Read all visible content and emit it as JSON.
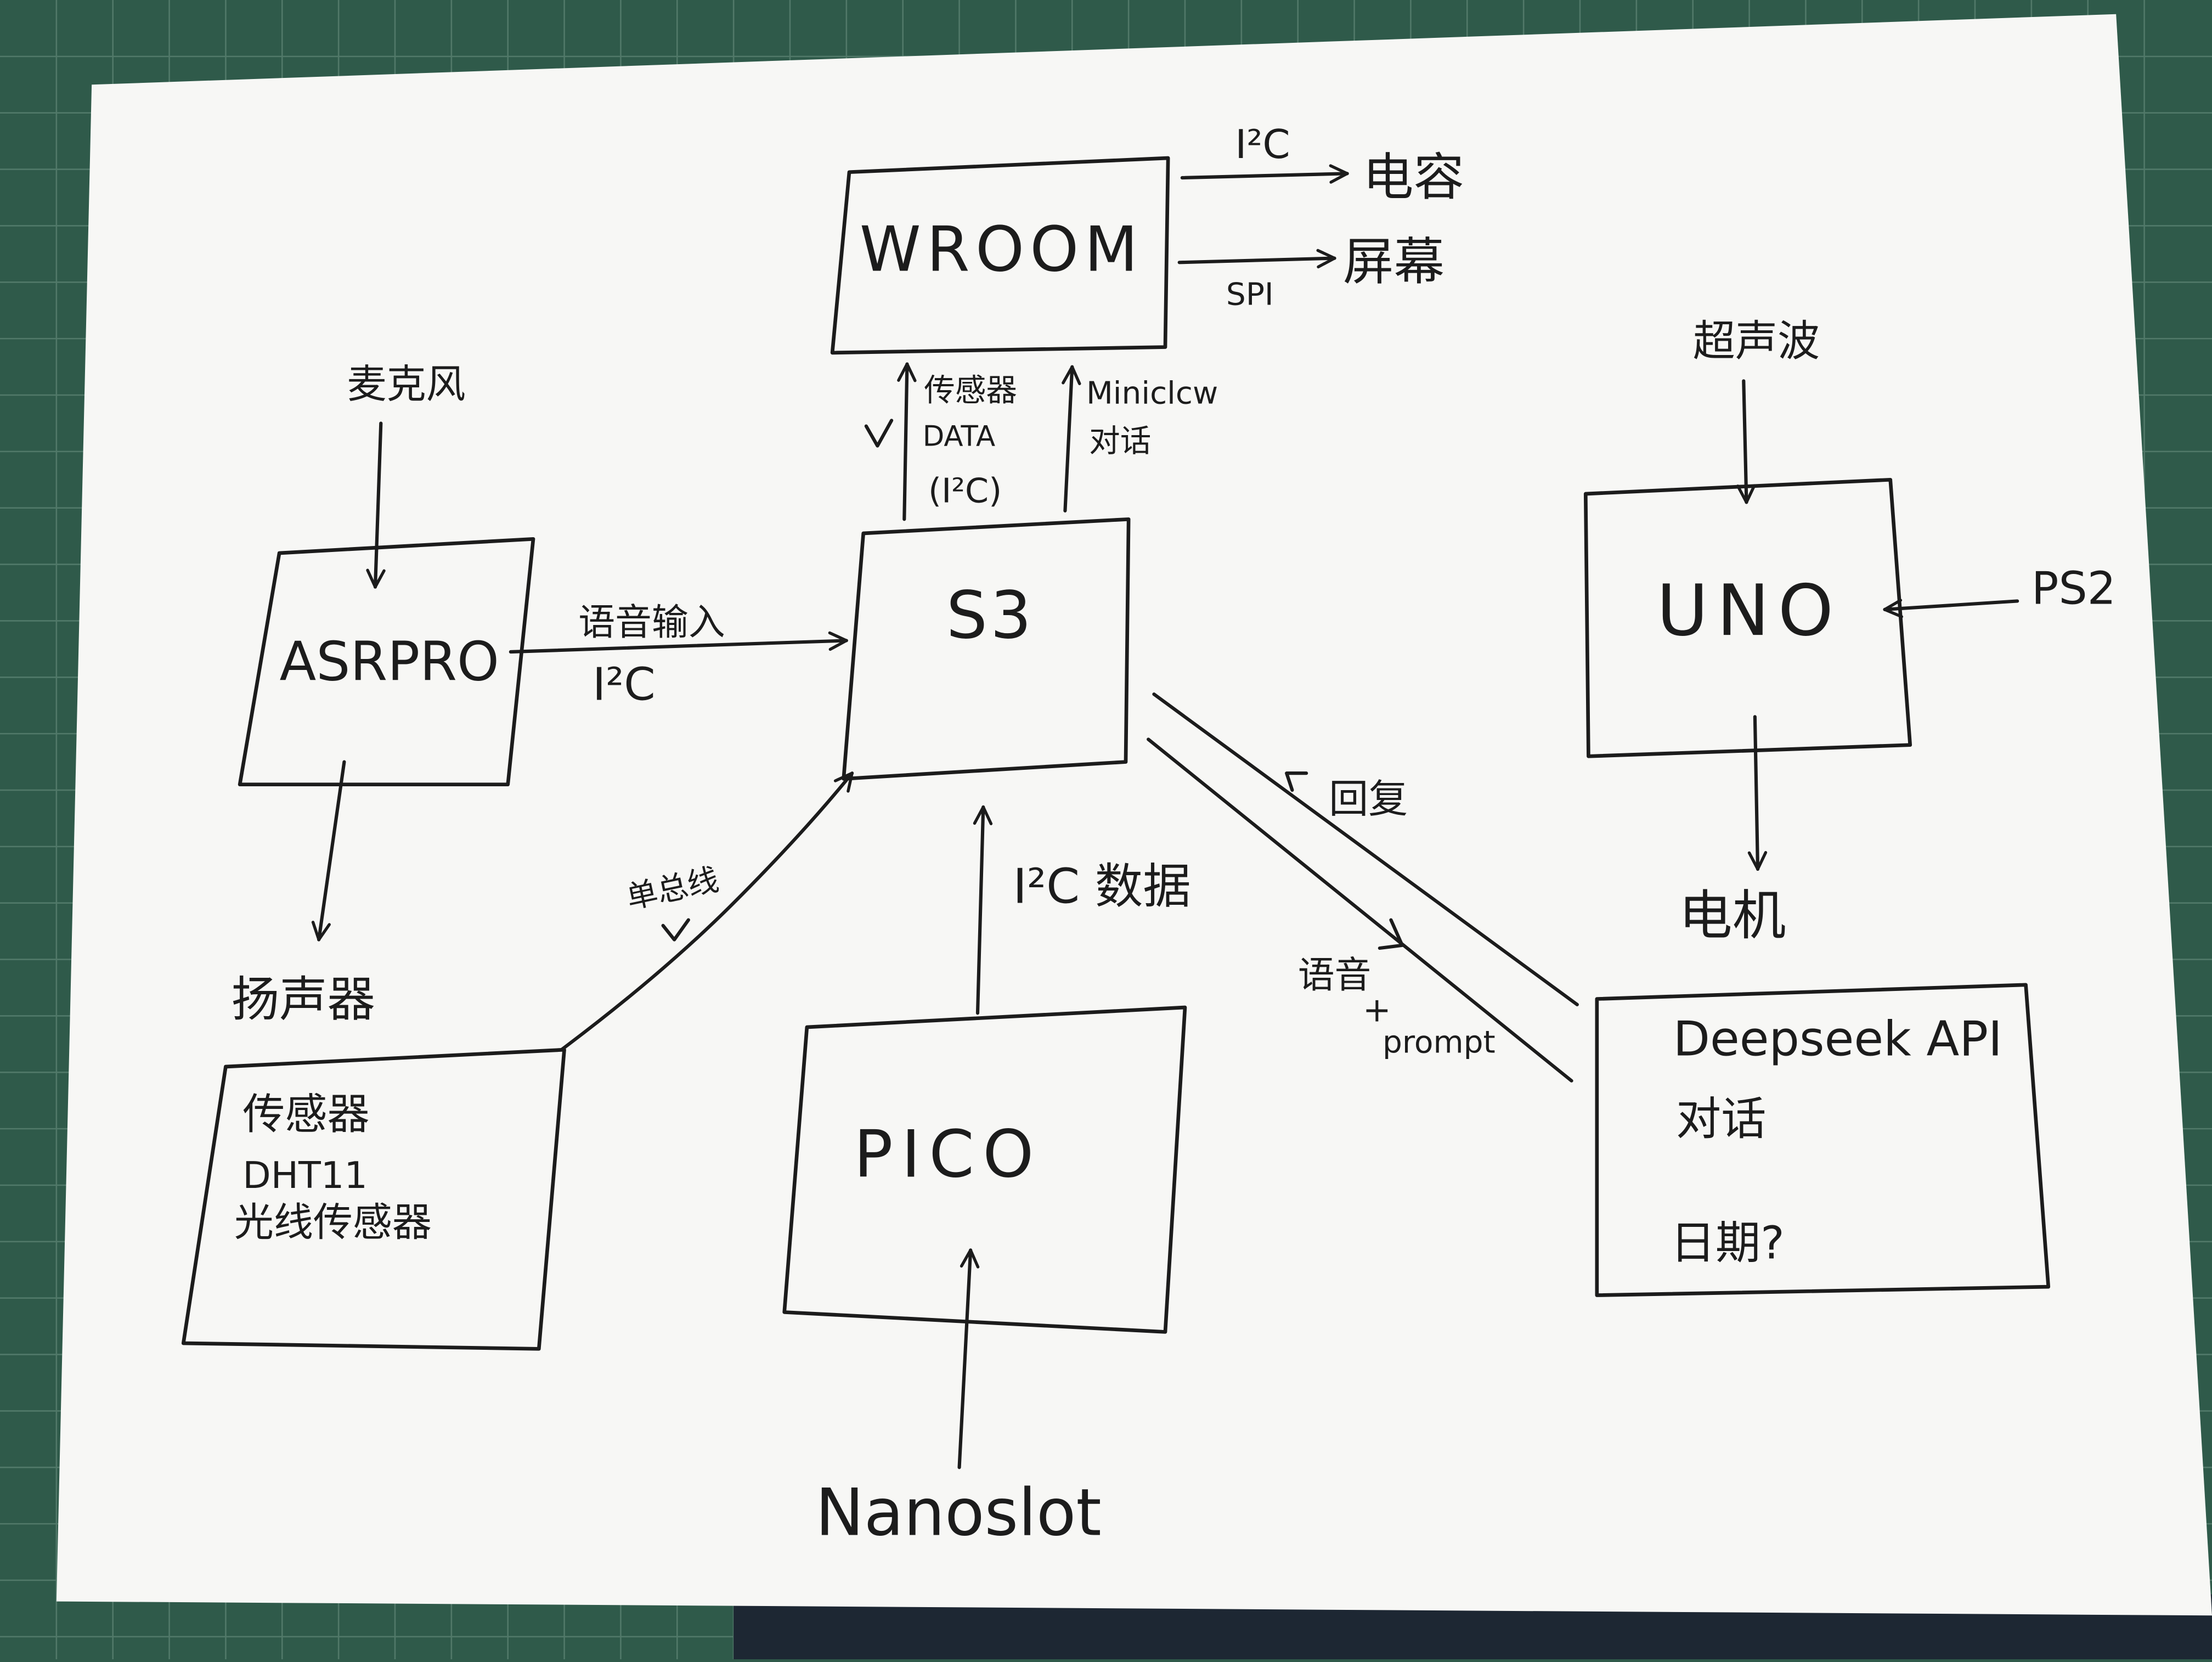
{
  "boxes": {
    "wroom": "WROOM",
    "s3": "S3",
    "asrpro": "ASRPRO",
    "uno": "UNO",
    "pico": "PICO",
    "sensors": {
      "title": "传感器",
      "line1": "DHT11",
      "line2": "光线传感器"
    },
    "deepseek": {
      "title": "Deepseek API",
      "line1": "对话",
      "line2": "日期?"
    }
  },
  "labels": {
    "wroom_out_i2c": "I²C",
    "capacitor": "电容",
    "wroom_out_spi": "SPI",
    "screen": "屏幕",
    "s3_to_wroom_line1": "传感器",
    "s3_to_wroom_line2": "DATA",
    "s3_to_wroom_line3": "(I²C)",
    "s3_to_wroom_right1": "Miniclcw",
    "s3_to_wroom_right2": "对话",
    "microphone": "麦克风",
    "asr_to_s3_line1": "语音输入",
    "asr_to_s3_line2": "I²C",
    "speaker": "扬声器",
    "single_bus": "单总线",
    "pico_to_s3": "I²C 数据",
    "nanoslot": "Nanoslot",
    "reply": "回复",
    "voice_prompt_line1": "语音",
    "voice_prompt_line2": "+",
    "voice_prompt_line3": "prompt",
    "ultrasonic": "超声波",
    "ps2": "PS2",
    "motor": "电机"
  }
}
